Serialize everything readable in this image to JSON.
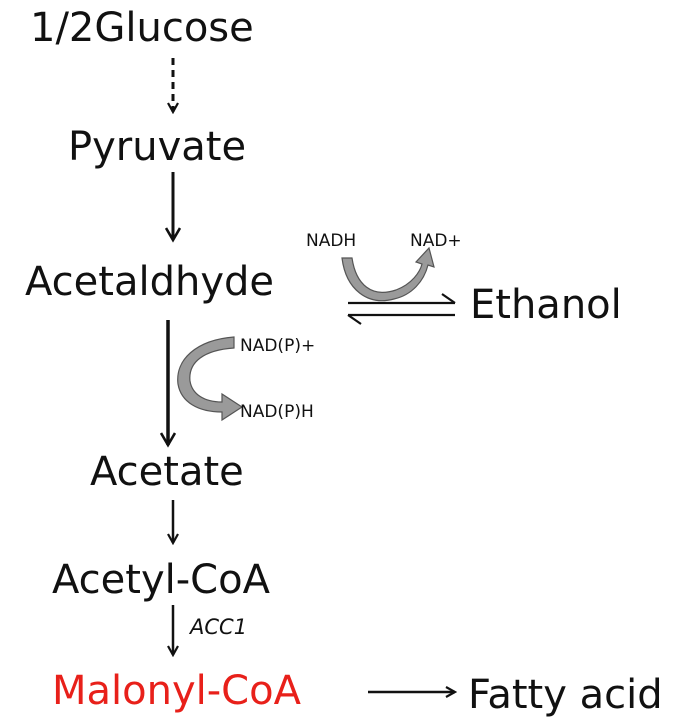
{
  "diagram": {
    "nodes": {
      "glucose": "1/2Glucose",
      "pyruvate": "Pyruvate",
      "acetaldhyde": "Acetaldhyde",
      "ethanol": "Ethanol",
      "acetate": "Acetate",
      "acetyl_coa": "Acetyl-CoA",
      "malonyl_coa": "Malonyl-CoA",
      "fatty_acid": "Fatty acid"
    },
    "cofactors": {
      "nadh": "NADH",
      "nad_plus": "NAD+",
      "nadp_plus": "NAD(P)+",
      "nadph": "NAD(P)H"
    },
    "enzymes": {
      "acc1": "ACC1"
    },
    "colors": {
      "text": "#111111",
      "highlight": "#e8201a",
      "cofactor_arrow_fill": "#9a9a9a",
      "cofactor_arrow_stroke": "#555555"
    }
  }
}
